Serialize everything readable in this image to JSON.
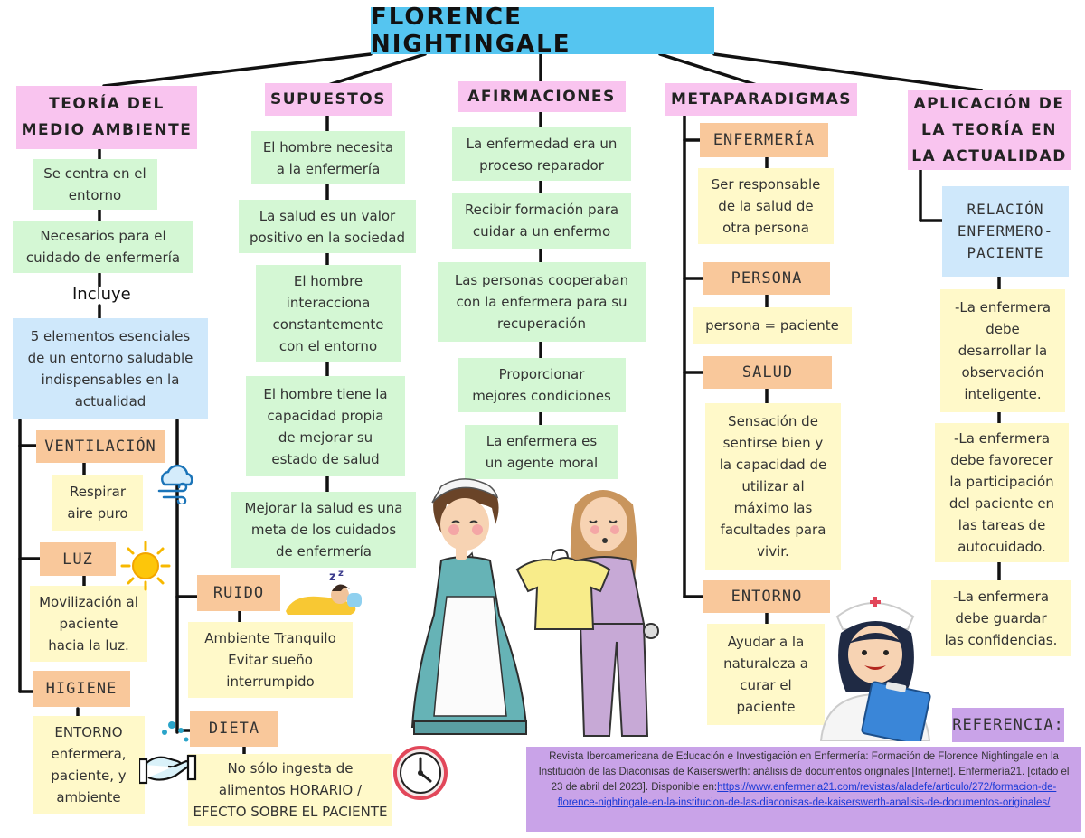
{
  "title": "FLORENCE NIGHTINGALE",
  "columns": {
    "teoria": {
      "header": "TEORÍA DEL\nMEDIO AMBIENTE",
      "items": [
        "Se centra en el\nentorno",
        "Necesarios para el\ncuidado de enfermería"
      ],
      "incluye_label": "Incluye",
      "elementos": "5 elementos esenciales\nde un entorno saludable\nindispensables en la\nactualidad",
      "ventilacion": {
        "label": "VENTILACIÓN",
        "text": "Respirar\naire puro"
      },
      "luz": {
        "label": "LUZ",
        "text": "Movilización al\npaciente\nhacia la luz."
      },
      "higiene": {
        "label": "HIGIENE",
        "text": "ENTORNO\nenfermera,\npaciente, y\nambiente"
      },
      "ruido": {
        "label": "RUIDO",
        "text": "Ambiente Tranquilo\nEvitar sueño\ninterrumpido"
      },
      "dieta": {
        "label": "DIETA",
        "text": "No sólo ingesta de\nalimentos HORARIO /\nEFECTO SOBRE EL PACIENTE"
      }
    },
    "supuestos": {
      "header": "SUPUESTOS",
      "items": [
        "El hombre necesita\na la enfermería",
        "La salud es un valor\npositivo en la sociedad",
        "El hombre\ninteracciona\nconstantemente\ncon el entorno",
        "El hombre tiene la\ncapacidad propia\nde mejorar su\nestado de salud",
        "Mejorar la salud es una\nmeta de los cuidados\nde enfermería"
      ]
    },
    "afirmaciones": {
      "header": "AFIRMACIONES",
      "items": [
        "La enfermedad era un\nproceso reparador",
        "Recibir formación para\ncuidar a un enfermo",
        "Las personas cooperaban\ncon la enfermera para su\nrecuperación",
        "Proporcionar\nmejores condiciones",
        "La enfermera es\nun agente moral"
      ]
    },
    "metaparadigmas": {
      "header": "METAPARADIGMAS",
      "groups": [
        {
          "label": "ENFERMERÍA",
          "text": "Ser responsable\nde la salud de\notra persona"
        },
        {
          "label": "PERSONA",
          "text": "persona = paciente"
        },
        {
          "label": "SALUD",
          "text": "Sensación de\nsentirse bien y\nla capacidad de\nutilizar al\nmáximo las\nfacultades para\nvivir."
        },
        {
          "label": "ENTORNO",
          "text": "Ayudar a la\nnaturaleza a\ncurar el\npaciente"
        }
      ]
    },
    "aplicacion": {
      "header": "APLICACIÓN DE\nLA TEORÍA EN\nLA ACTUALIDAD",
      "relacion": "RELACIÓN\nENFERMERO-\nPACIENTE",
      "items": [
        "-La enfermera\ndebe\ndesarrollar la\nobservación\ninteligente.",
        "-La enfermera\ndebe favorecer\nla participación\ndel paciente en\nlas tareas de\nautocuidado.",
        "-La enfermera\ndebe guardar\nlas confidencias."
      ]
    }
  },
  "referencia": {
    "label": "REFERENCIA:",
    "text": "Revista Iberoamericana de Educación e Investigación en Enfermería: Formación de Florence Nightingale en la Institución de las Diaconisas de Kaiserswerth: análisis de documentos originales [Internet]. Enfermería21. [citado el 23 de abril del 2023]. Disponible en:",
    "url": "https://www.enfermeria21.com/revistas/aladefe/articulo/272/formacion-de-florence-nightingale-en-la-institucion-de-las-diaconisas-de-kaiserswerth-analisis-de-documentos-originales/"
  },
  "colors": {
    "title_bg": "#55c5f0",
    "header_bg": "#f9c4ef",
    "green_box": "#d4f7d4",
    "yellow_box": "#fff9c9",
    "blue_box": "#cfe8fb",
    "orange_label": "#f9c89b",
    "reference_bg": "#c9a3e8"
  },
  "icons": [
    "cloud-wind-icon",
    "sun-icon",
    "sleeping-icon",
    "hand-washing-icon",
    "clock-icon",
    "florence-illustration",
    "nurse-illustration",
    "nurse-clipboard-illustration"
  ]
}
